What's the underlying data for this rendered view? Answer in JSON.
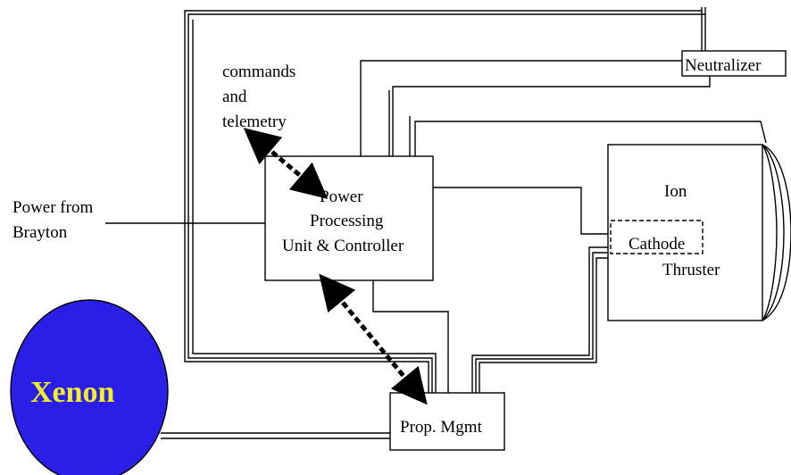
{
  "labels": {
    "commands_line1": "commands",
    "commands_line2": "and",
    "commands_line3": "telemetry",
    "power_from_line1": "Power from",
    "power_from_line2": "Brayton",
    "ppu_line1": "Power",
    "ppu_line2": "Processing",
    "ppu_line3": "Unit & Controller",
    "neutralizer": "Neutralizer",
    "ion": "Ion",
    "cathode": "Cathode",
    "thruster": "Thruster",
    "prop_mgmt": "Prop. Mgmt",
    "xenon": "Xenon"
  },
  "colors": {
    "xenon_fill": "#2b1ee6",
    "xenon_text": "#f2ee2a",
    "line": "#000000"
  }
}
